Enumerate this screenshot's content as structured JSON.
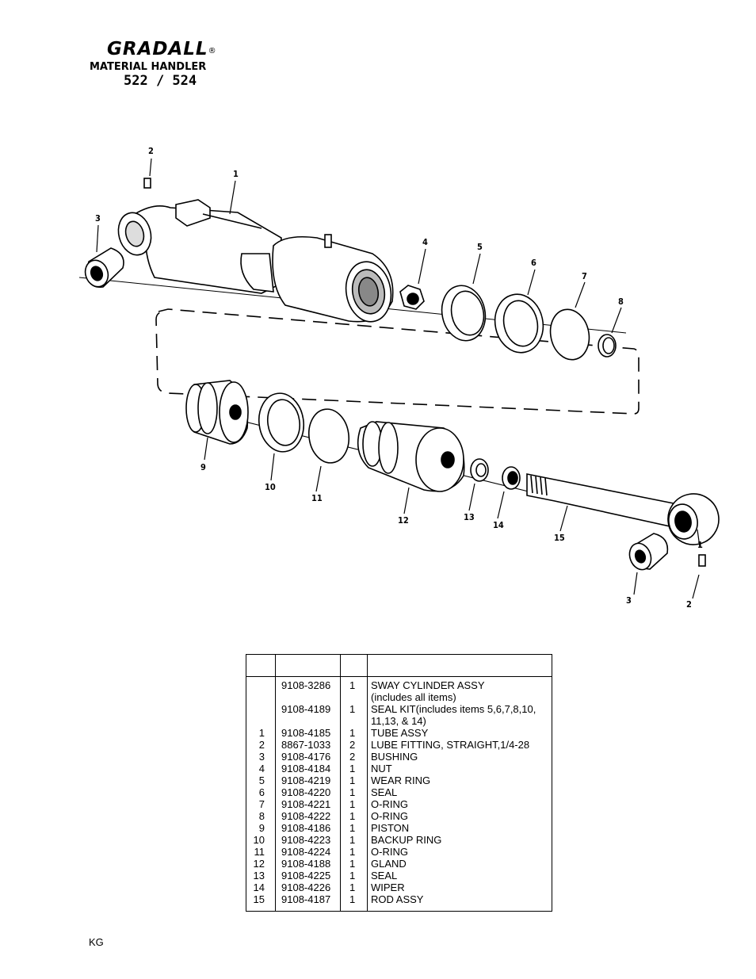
{
  "brand": {
    "logo": "GRADALL",
    "registered": "®",
    "subtitle": "MATERIAL HANDLER",
    "model": "522 / 524"
  },
  "callouts": [
    "1",
    "2",
    "3",
    "4",
    "5",
    "6",
    "7",
    "8",
    "9",
    "10",
    "11",
    "12",
    "13",
    "14",
    "15"
  ],
  "parts_table": {
    "headers": [
      "",
      "",
      "",
      ""
    ],
    "rows": [
      {
        "item": "",
        "part": "9108-3286",
        "qty": "1",
        "desc": "SWAY CYLINDER ASSY"
      },
      {
        "item": "",
        "part": "",
        "qty": "",
        "desc": "(includes all items)"
      },
      {
        "item": "",
        "part": "9108-4189",
        "qty": "1",
        "desc": "SEAL KIT(includes items 5,6,7,8,10,"
      },
      {
        "item": "",
        "part": "",
        "qty": "",
        "desc": "11,13, & 14)"
      },
      {
        "item": "1",
        "part": "9108-4185",
        "qty": "1",
        "desc": "TUBE ASSY"
      },
      {
        "item": "2",
        "part": "8867-1033",
        "qty": "2",
        "desc": "LUBE FITTING, STRAIGHT,1/4-28"
      },
      {
        "item": "3",
        "part": "9108-4176",
        "qty": "2",
        "desc": "BUSHING"
      },
      {
        "item": "4",
        "part": "9108-4184",
        "qty": "1",
        "desc": "NUT"
      },
      {
        "item": "5",
        "part": "9108-4219",
        "qty": "1",
        "desc": "WEAR RING"
      },
      {
        "item": "6",
        "part": "9108-4220",
        "qty": "1",
        "desc": "SEAL"
      },
      {
        "item": "7",
        "part": "9108-4221",
        "qty": "1",
        "desc": "O-RING"
      },
      {
        "item": "8",
        "part": "9108-4222",
        "qty": "1",
        "desc": "O-RING"
      },
      {
        "item": "9",
        "part": "9108-4186",
        "qty": "1",
        "desc": "PISTON"
      },
      {
        "item": "10",
        "part": "9108-4223",
        "qty": "1",
        "desc": "BACKUP RING"
      },
      {
        "item": "11",
        "part": "9108-4224",
        "qty": "1",
        "desc": "O-RING"
      },
      {
        "item": "12",
        "part": "9108-4188",
        "qty": "1",
        "desc": "GLAND"
      },
      {
        "item": "13",
        "part": "9108-4225",
        "qty": "1",
        "desc": "SEAL"
      },
      {
        "item": "14",
        "part": "9108-4226",
        "qty": "1",
        "desc": "WIPER"
      },
      {
        "item": "15",
        "part": "9108-4187",
        "qty": "1",
        "desc": "ROD ASSY"
      }
    ]
  },
  "footer": {
    "code": "KG"
  }
}
